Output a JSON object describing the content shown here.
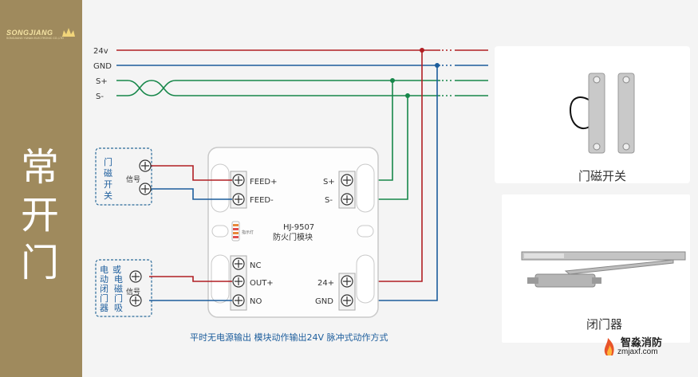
{
  "brand": {
    "logo_text": "SONGJIANG",
    "logo_sub": "SONGJIANG YUNAN ELECTRONIC CO.,LTD"
  },
  "sidebar_title": "常开门",
  "bus": {
    "v24": "24v",
    "gnd": "GND",
    "s_plus": "S+",
    "s_minus": "S-"
  },
  "door_sensor": {
    "label": "门磁开关",
    "signal": "信号"
  },
  "lock": {
    "col1": "电动闭门器",
    "or": "或",
    "col2": "电磁门吸",
    "signal": "信号"
  },
  "module": {
    "model": "HJ-9507",
    "name": "防火门模块",
    "led_label": "指示灯",
    "feed_plus": "FEED+",
    "feed_minus": "FEED-",
    "s_plus": "S+",
    "s_minus": "S-",
    "nc": "NC",
    "out_plus": "OUT+",
    "no": "NO",
    "v24": "24+",
    "gnd": "GND"
  },
  "caption": "平时无电源输出 模块动作输出24V 脉冲式动作方式",
  "products": {
    "sensor_label": "门磁开关",
    "closer_label": "闭门器"
  },
  "watermark": {
    "name": "智淼消防",
    "url": "zmjaxf.com"
  },
  "colors": {
    "sidebar": "#9f8a5d",
    "wire_24v": "#b01e23",
    "wire_gnd": "#1c5d9c",
    "wire_signal": "#17874a",
    "dashed_box": "#2a6a99"
  }
}
